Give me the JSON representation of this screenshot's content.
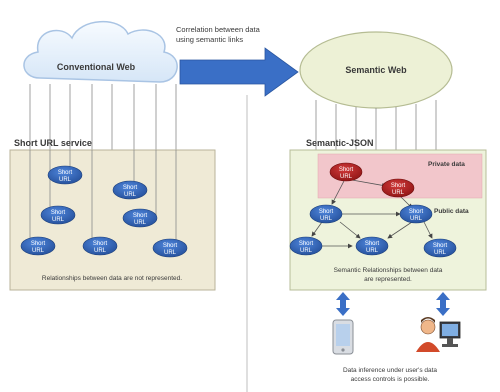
{
  "left": {
    "cloud_label": "Conventional Web",
    "service_title": "Short URL service",
    "nodes": [
      {
        "line1": "Short",
        "line2": "URL"
      },
      {
        "line1": "Short",
        "line2": "URL"
      },
      {
        "line1": "Short",
        "line2": "URL"
      },
      {
        "line1": "Short",
        "line2": "URL"
      },
      {
        "line1": "Short",
        "line2": "URL"
      },
      {
        "line1": "Short",
        "line2": "URL"
      },
      {
        "line1": "Short",
        "line2": "URL"
      }
    ],
    "caption": "Relationships between data are not represented."
  },
  "middle": {
    "arrow_label_line1": "Correlation between data",
    "arrow_label_line2": "using semantic links"
  },
  "right": {
    "ellipse_label": "Semantic Web",
    "service_title": "Semantic-JSON",
    "private_label": "Private data",
    "public_label": "Public data",
    "private_nodes": [
      {
        "line1": "Short",
        "line2": "URL"
      },
      {
        "line1": "Short",
        "line2": "URL"
      }
    ],
    "public_nodes": [
      {
        "line1": "Short",
        "line2": "URL"
      },
      {
        "line1": "Short",
        "line2": "URL"
      },
      {
        "line1": "Short",
        "line2": "URL"
      },
      {
        "line1": "Short",
        "line2": "URL"
      },
      {
        "line1": "Short",
        "line2": "URL"
      }
    ],
    "caption_line1": "Semantic Relationships between data",
    "caption_line2": "are represented.",
    "footer_line1": "Data inference under user's data",
    "footer_line2": "access controls is possible."
  },
  "colors": {
    "node_blue": "#2f63b8",
    "node_red": "#b01e1e",
    "panel_fill": "#efead6",
    "panel_fill_right": "#eef3dc",
    "private_band": "#f2c6cb",
    "arrow_blue": "#3a6fc6",
    "ellipse_fill": "#edf1d6"
  },
  "icons": [
    "mobile-phone-icon",
    "desktop-user-icon"
  ]
}
